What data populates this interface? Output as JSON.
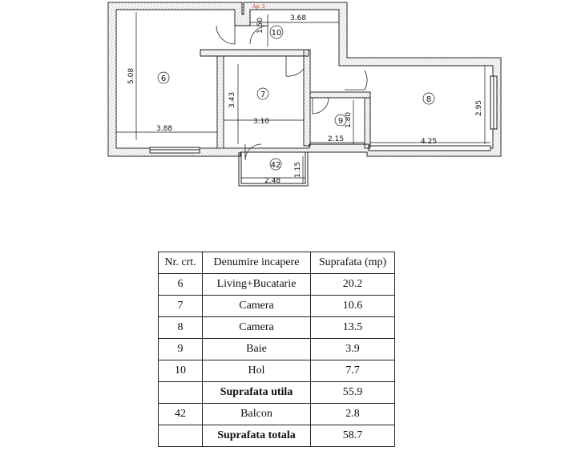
{
  "plan": {
    "apartment_label": "Ap. 5",
    "rooms": [
      {
        "id": "6",
        "circle": "6"
      },
      {
        "id": "7",
        "circle": "7"
      },
      {
        "id": "8",
        "circle": "8"
      },
      {
        "id": "9",
        "circle": "9"
      },
      {
        "id": "10",
        "circle": "10"
      },
      {
        "id": "42",
        "circle": "42"
      }
    ],
    "dimensions": {
      "d_368": "3.68",
      "d_150": "1.50",
      "d_508": "5.08",
      "d_388": "3.88",
      "d_343": "3.43",
      "d_310": "3.10",
      "d_180": "1.80",
      "d_215": "2.15",
      "d_425": "4.25",
      "d_295": "2.95",
      "d_115": "1.15",
      "d_248": "2.48"
    },
    "colors": {
      "wall": "#222222",
      "apartment_label": "#c0392b"
    }
  },
  "table": {
    "headers": [
      "Nr. crt.",
      "Denumire incapere",
      "Suprafata (mp)"
    ],
    "rows": [
      {
        "nr": "6",
        "name": "Living+Bucatarie",
        "area": "20.2",
        "bold": false
      },
      {
        "nr": "7",
        "name": "Camera",
        "area": "10.6",
        "bold": false
      },
      {
        "nr": "8",
        "name": "Camera",
        "area": "13.5",
        "bold": false
      },
      {
        "nr": "9",
        "name": "Baie",
        "area": "3.9",
        "bold": false
      },
      {
        "nr": "10",
        "name": "Hol",
        "area": "7.7",
        "bold": false
      },
      {
        "nr": "",
        "name": "Suprafata utila",
        "area": "55.9",
        "bold": true
      },
      {
        "nr": "42",
        "name": "Balcon",
        "area": "2.8",
        "bold": false
      },
      {
        "nr": "",
        "name": "Suprafata totala",
        "area": "58.7",
        "bold": true
      }
    ]
  }
}
